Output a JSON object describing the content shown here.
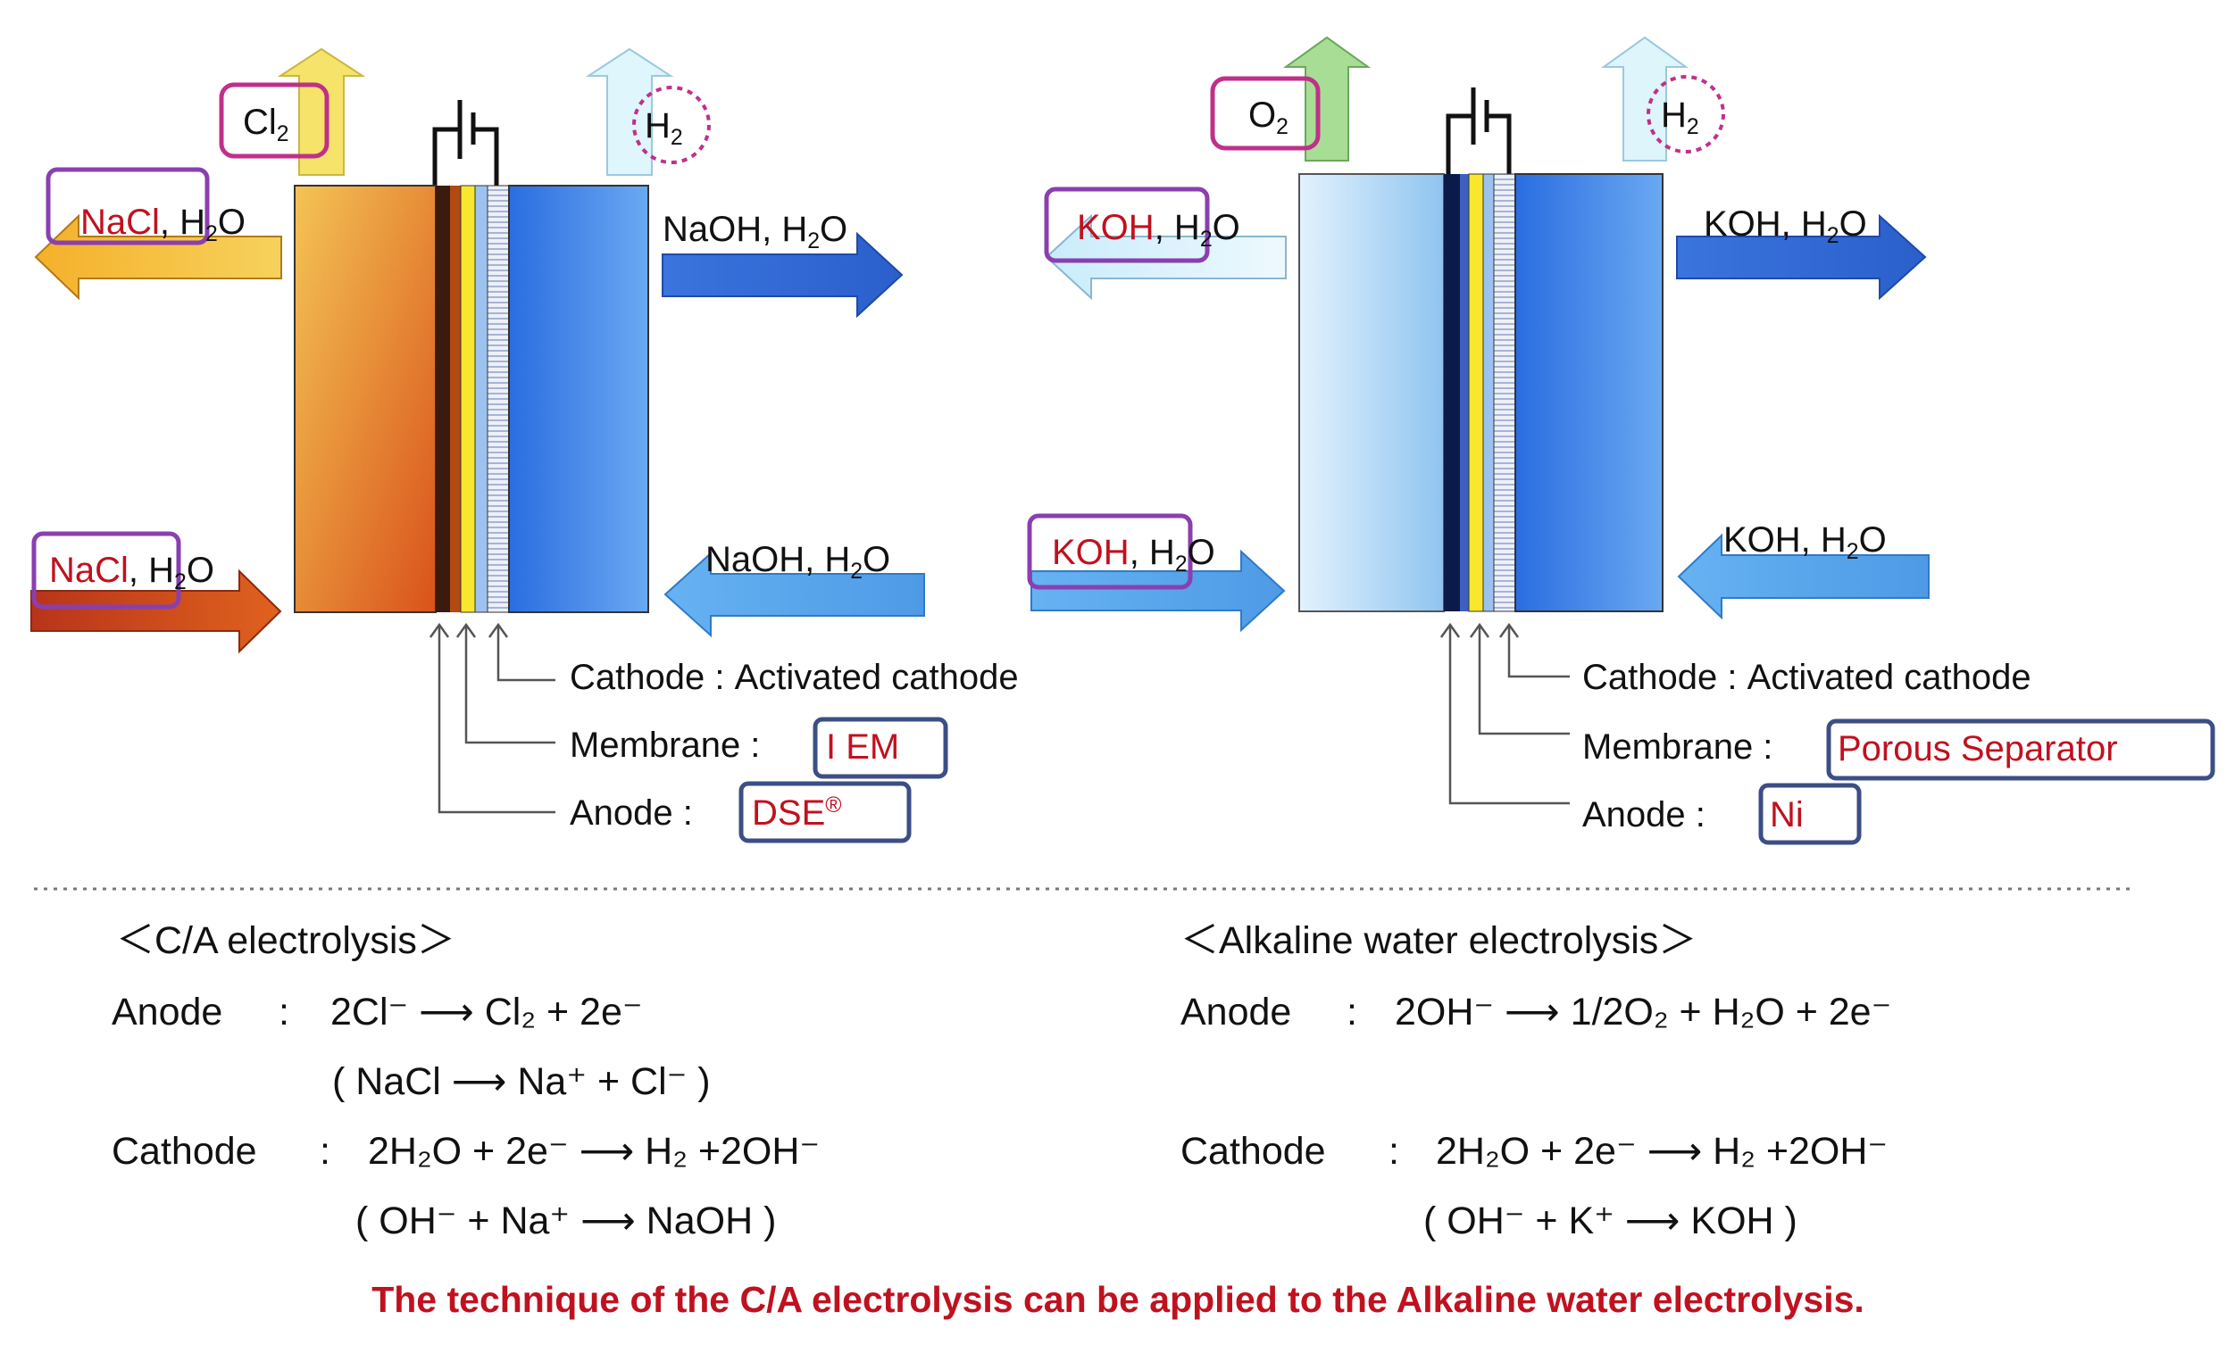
{
  "colors": {
    "accent_red": "#c0111f",
    "box_magenta": "#c0308a",
    "box_purple": "#8a3fb0",
    "box_navy": "#3c4e86",
    "arrow_blue": "#2f67d6",
    "arrow_light_blue": "#5aa7ee",
    "arrow_orange": "#f0b030",
    "arrow_dark_orange": "#d2491a",
    "arrow_green": "#9cd68a",
    "arrow_pale_cyan": "#d9f4fb"
  },
  "ca_cell": {
    "gas_out_left": "Cl",
    "gas_out_left_sub": "2",
    "gas_out_right": "H",
    "gas_out_right_sub": "2",
    "outlet_left_boxed": "NaCl",
    "outlet_left_rest": ", H",
    "outlet_left_sub": "2",
    "outlet_left_tail": "O",
    "inlet_left_boxed": "NaCl",
    "inlet_left_rest": ", H",
    "inlet_left_sub": "2",
    "inlet_left_tail": "O",
    "outlet_right": "NaOH, H",
    "outlet_right_sub": "2",
    "outlet_right_tail": "O",
    "inlet_right": "NaOH, H",
    "inlet_right_sub": "2",
    "inlet_right_tail": "O",
    "cathode_label": "Cathode : Activated cathode",
    "membrane_label": "Membrane :",
    "membrane_value": "I EM",
    "anode_label": "Anode :",
    "anode_value": "DSE",
    "anode_value_mark": "®"
  },
  "alk_cell": {
    "gas_out_left": "O",
    "gas_out_left_sub": "2",
    "gas_out_right": "H",
    "gas_out_right_sub": "2",
    "outlet_left_boxed": "KOH",
    "outlet_left_rest": ", H",
    "outlet_left_sub": "2",
    "outlet_left_tail": "O",
    "inlet_left_boxed": "KOH",
    "inlet_left_rest": ", H",
    "inlet_left_sub": "2",
    "inlet_left_tail": "O",
    "outlet_right": "KOH, H",
    "outlet_right_sub": "2",
    "outlet_right_tail": "O",
    "inlet_right": "KOH, H",
    "inlet_right_sub": "2",
    "inlet_right_tail": "O",
    "cathode_label": "Cathode : Activated cathode",
    "membrane_label": "Membrane :",
    "membrane_value": "Porous Separator",
    "anode_label": "Anode :",
    "anode_value": "Ni"
  },
  "ca_reactions": {
    "heading": "＜C/A electrolysis＞",
    "anode_label": "Anode",
    "anode_eq": "2Cl⁻ ⟶ Cl₂ + 2e⁻",
    "anode_note": "( NaCl ⟶ Na⁺ + Cl⁻ )",
    "cathode_label": "Cathode",
    "cathode_eq": "2H₂O + 2e⁻ ⟶ H₂ +2OH⁻",
    "cathode_note": "( OH⁻ + Na⁺ ⟶ NaOH )"
  },
  "alk_reactions": {
    "heading": "＜Alkaline water electrolysis＞",
    "anode_label": "Anode",
    "anode_eq": "2OH⁻ ⟶ 1/2O₂ + H₂O + 2e⁻",
    "cathode_label": "Cathode",
    "cathode_eq": "2H₂O + 2e⁻ ⟶ H₂ +2OH⁻",
    "cathode_note": "( OH⁻ + K⁺ ⟶ KOH )"
  },
  "colon": ":",
  "conclusion": "The technique of the C/A electrolysis can be applied to the Alkaline water electrolysis."
}
